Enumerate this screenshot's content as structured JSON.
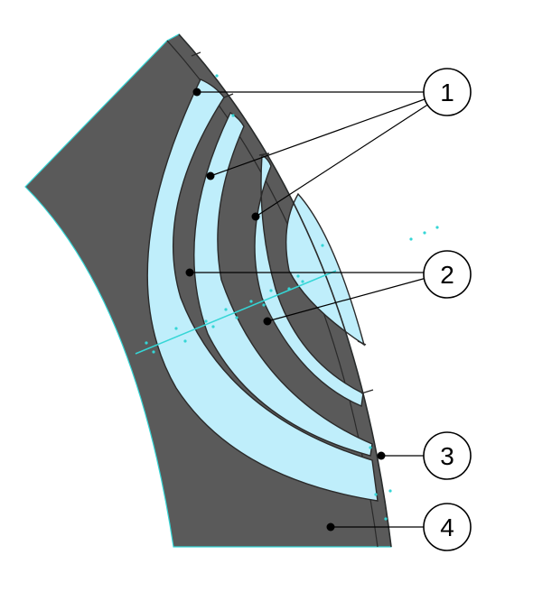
{
  "colors": {
    "core": "#5a5a5a",
    "barrier": "#bfeefb",
    "outline": "#2a2a2a",
    "edge_highlight": "#35d6d6",
    "background": "#ffffff"
  },
  "callouts": [
    {
      "id": "1",
      "label": "1",
      "description_visible": false
    },
    {
      "id": "2",
      "label": "2",
      "description_visible": false
    },
    {
      "id": "3",
      "label": "3",
      "description_visible": false
    },
    {
      "id": "4",
      "label": "4",
      "description_visible": false
    }
  ]
}
